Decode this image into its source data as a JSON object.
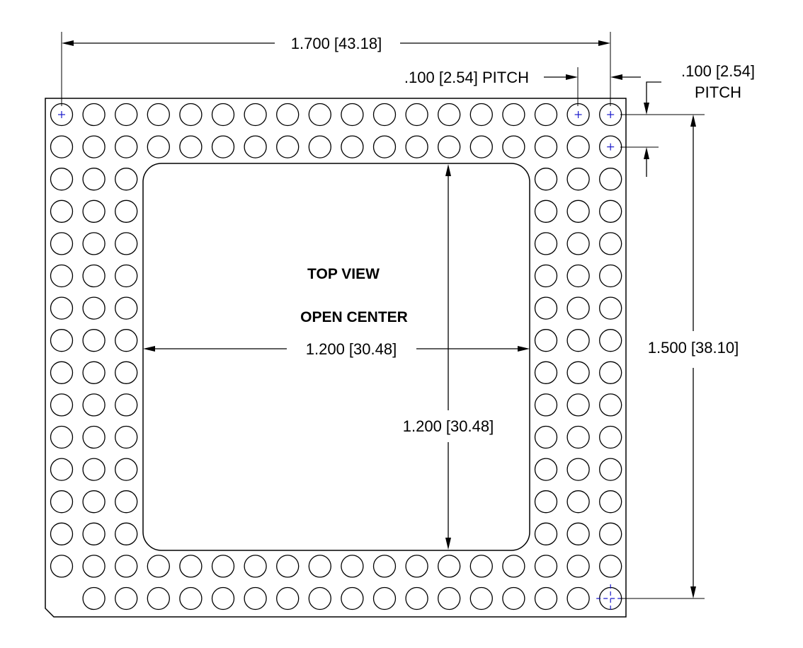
{
  "view": {
    "title": "TOP VIEW",
    "subtitle": "OPEN CENTER"
  },
  "dimensions": {
    "overall_width": "1.700 [43.18]",
    "overall_height": "1.500 [38.10]",
    "pitch_horizontal": ".100 [2.54] PITCH",
    "pitch_vertical_line1": ".100 [2.54]",
    "pitch_vertical_line2": "PITCH",
    "cavity_width": "1.200 [30.48]",
    "cavity_height": "1.200 [30.48]"
  },
  "grid": {
    "columns": 18,
    "rows": 16,
    "perimeter_rows": 3,
    "bottom_row_missing_first": true
  },
  "colors": {
    "outline": "#000000",
    "center_mark": "#1a1acc"
  }
}
